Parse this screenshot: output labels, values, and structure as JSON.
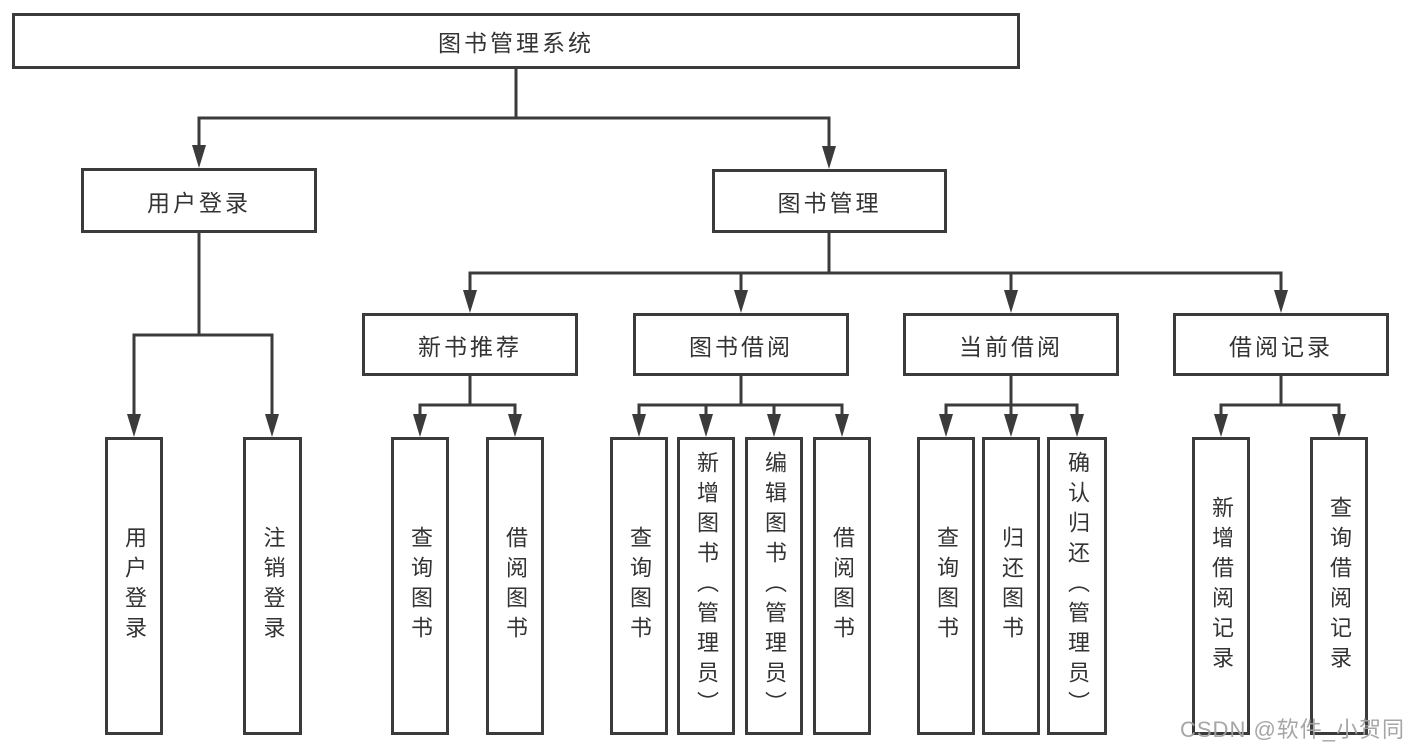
{
  "nodes": {
    "root": "图书管理系统",
    "level2": [
      {
        "label": "用户登录"
      },
      {
        "label": "图书管理"
      }
    ],
    "level3": [
      {
        "label": "新书推荐"
      },
      {
        "label": "图书借阅"
      },
      {
        "label": "当前借阅"
      },
      {
        "label": "借阅记录"
      }
    ],
    "leaves": {
      "user_login": [
        "用户登录",
        "注销登录"
      ],
      "new_book": [
        "查询图书",
        "借阅图书"
      ],
      "book_borrow": [
        "查询图书",
        "新增图书（管理员）",
        "编辑图书（管理员）",
        "借阅图书"
      ],
      "current_borrow": [
        "查询图书",
        "归还图书",
        "确认归还（管理员）"
      ],
      "borrow_record": [
        "新增借阅记录",
        "查询借阅记录"
      ]
    }
  },
  "watermark": "CSDN @软件_小贺同学",
  "colors": {
    "line": "#3b3b3b",
    "text": "#333333",
    "box_bg": "#ffffff",
    "watermark": "#a2a2a2",
    "background": "#ffffff"
  }
}
